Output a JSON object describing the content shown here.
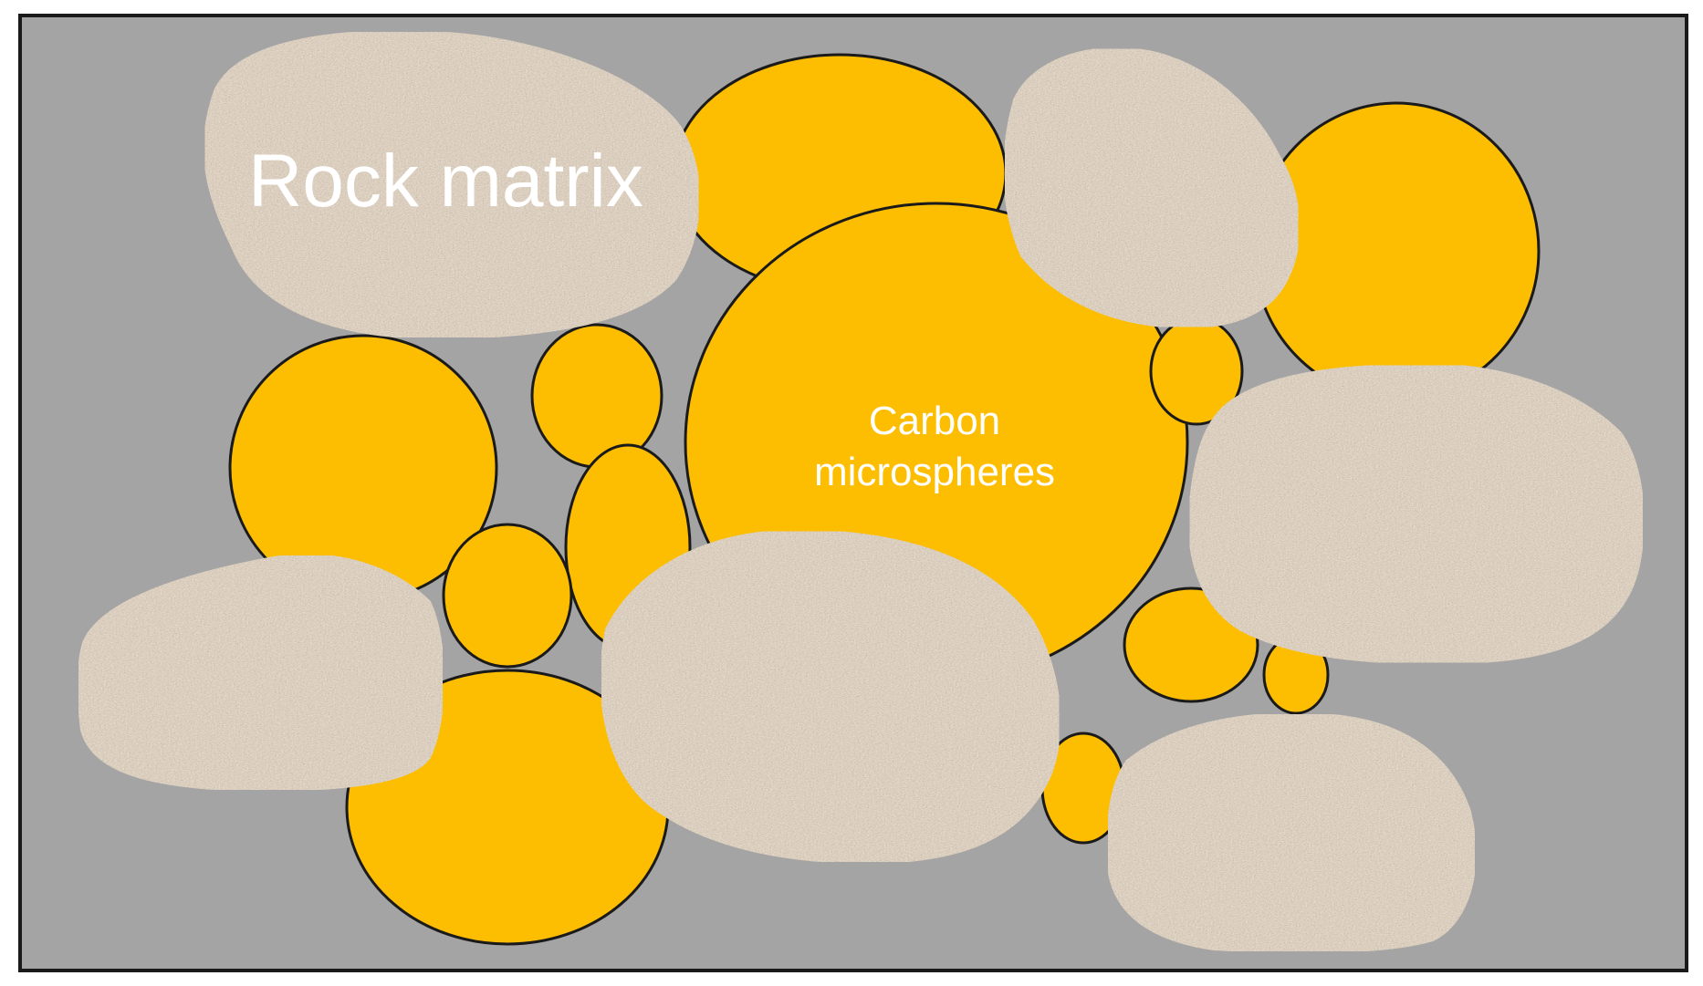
{
  "diagram": {
    "labels": {
      "rock_matrix": "Rock matrix",
      "carbon_line1": "Carbon",
      "carbon_line2": "microspheres"
    },
    "colors": {
      "background": "#a4a4a4",
      "frame": "#1a1a1a",
      "microsphere": "#fdbd00",
      "rock": "#b59c84",
      "rock_dark": "#7a6654",
      "rock_light": "#d9c8b6",
      "outline": "#1a1a1a",
      "label_text": "#ffffff"
    }
  }
}
